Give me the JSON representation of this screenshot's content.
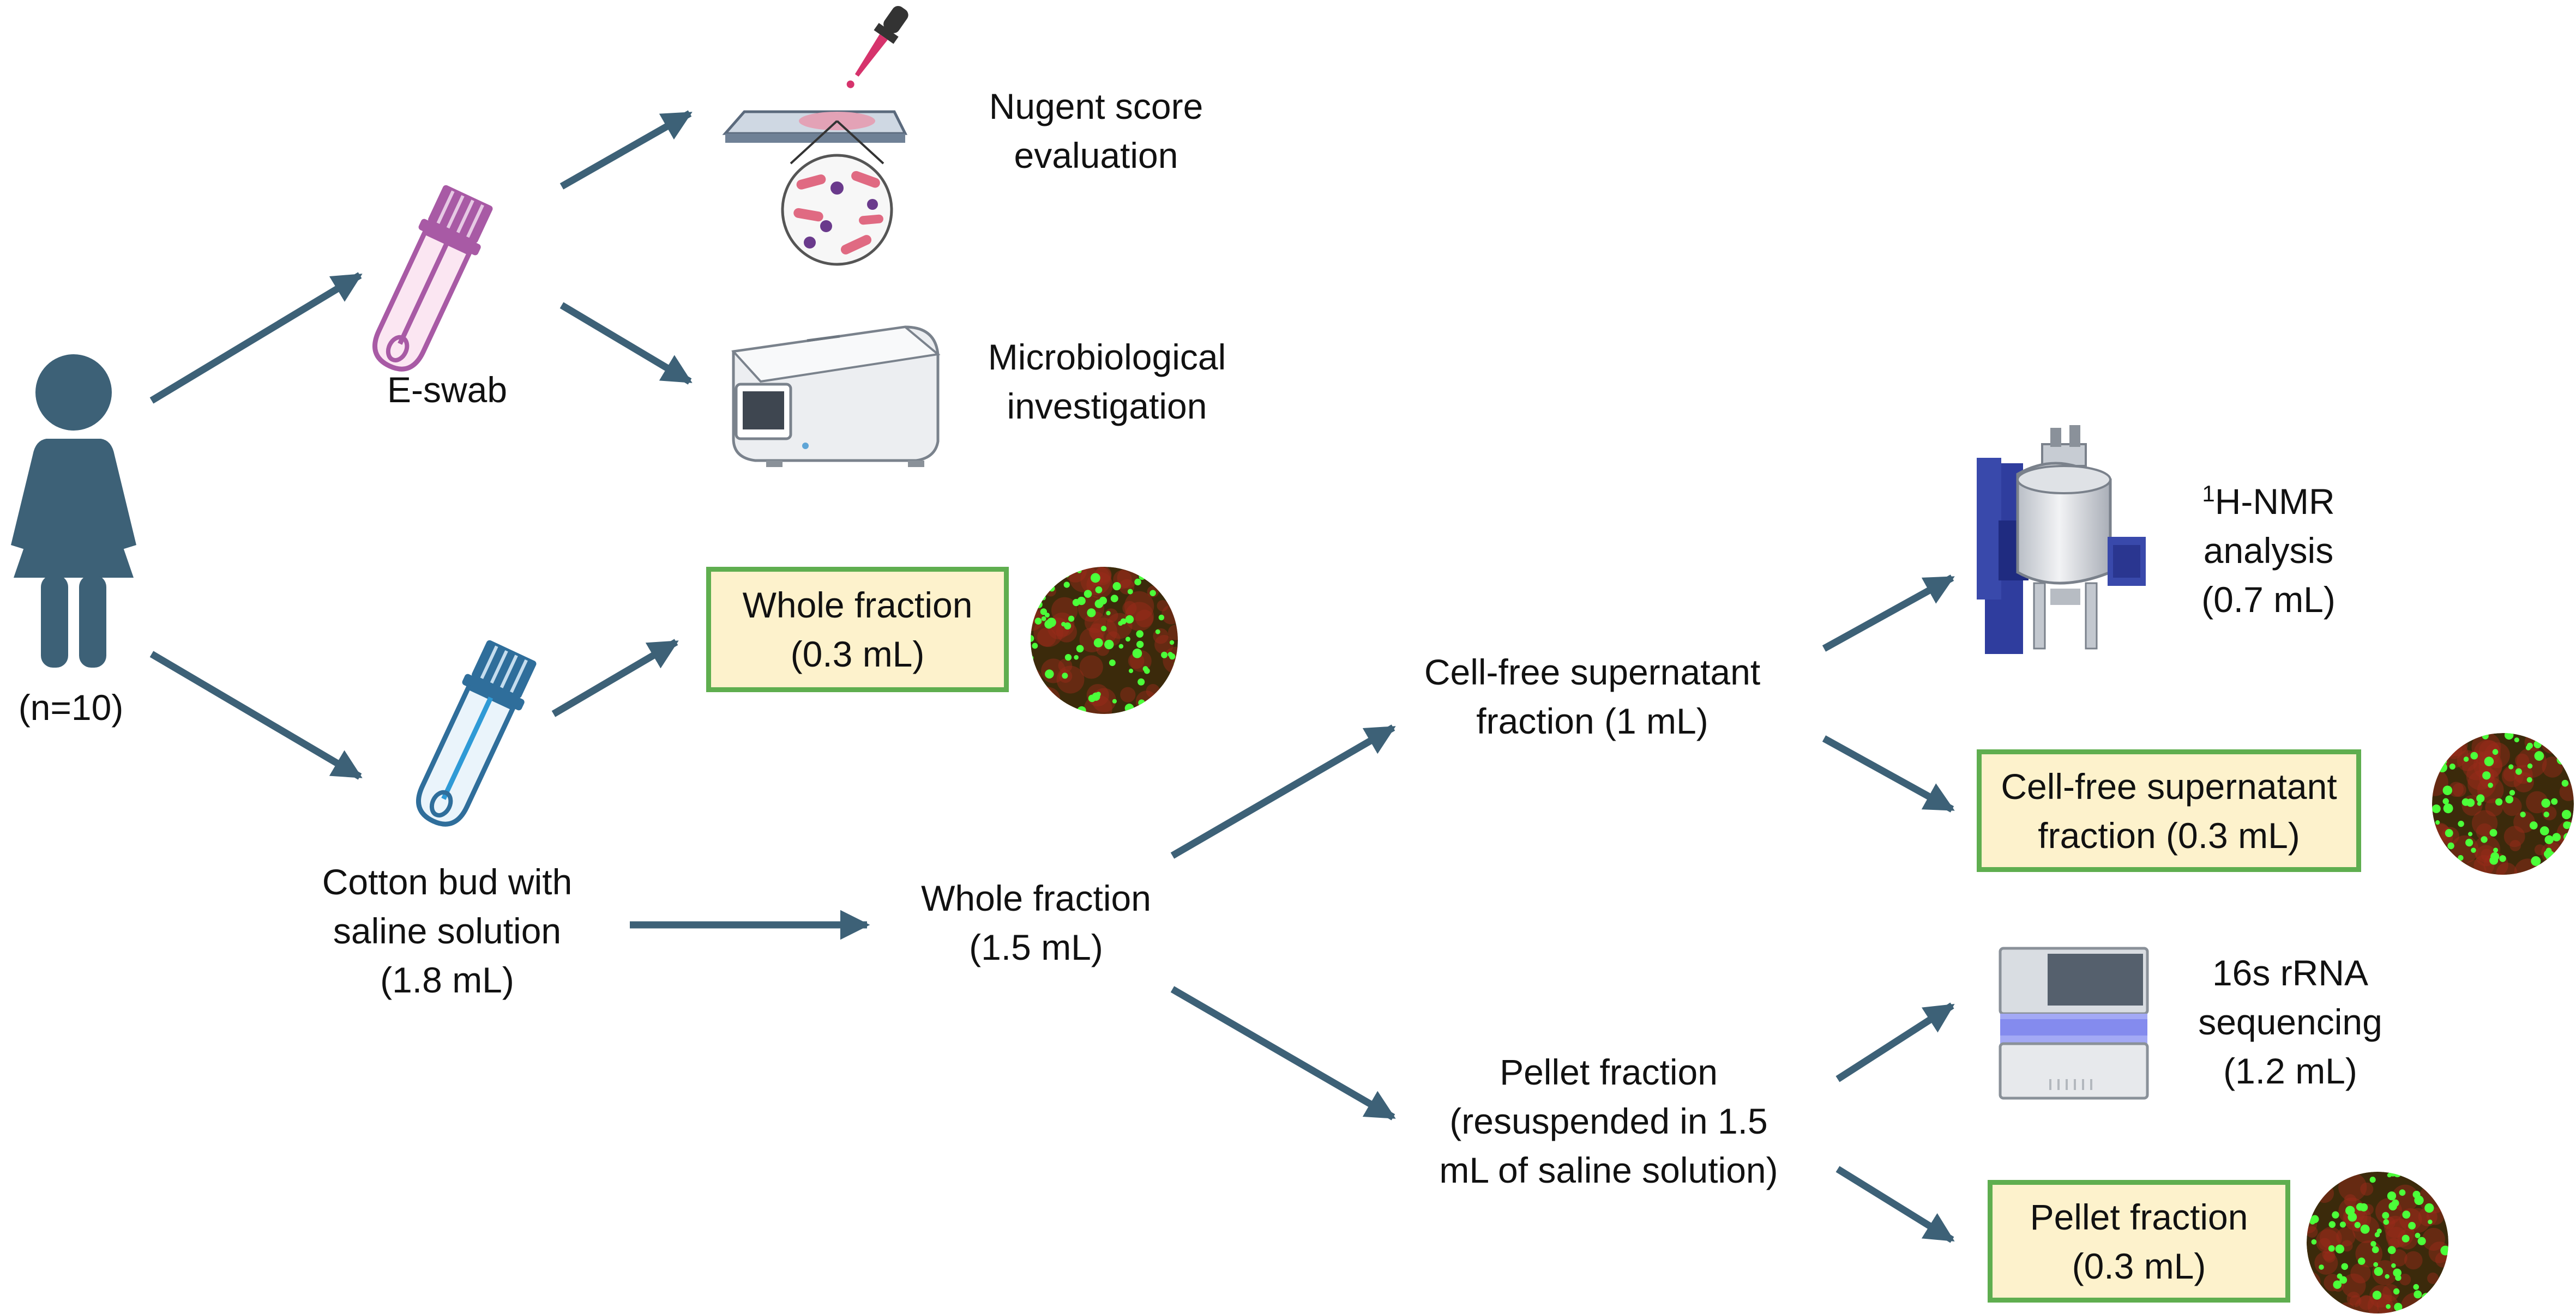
{
  "nodes": {
    "participants": "(n=10)",
    "eswab": "E-swab",
    "nugent": [
      "Nugent score",
      "evaluation"
    ],
    "microbiological": [
      "Microbiological",
      "investigation"
    ],
    "cotton_bud": [
      "Cotton bud with",
      "saline solution",
      "(1.8 mL)"
    ],
    "whole_fraction_box": [
      "Whole fraction",
      "(0.3 mL)"
    ],
    "whole_fraction": [
      "Whole fraction",
      "(1.5 mL)"
    ],
    "cell_free_supernatant": [
      "Cell-free supernatant",
      "fraction (1 mL)"
    ],
    "nmr": {
      "superscript": "1",
      "lines": [
        "H-NMR",
        "analysis",
        "(0.7 mL)"
      ]
    },
    "cell_free_box": [
      "Cell-free supernatant",
      "fraction (0.3 mL)"
    ],
    "pellet_fraction": [
      "Pellet fraction",
      "(resuspended in 1.5",
      "mL of saline solution)"
    ],
    "sequencing": [
      "16s rRNA",
      "sequencing",
      "(1.2 mL)"
    ],
    "pellet_box": [
      "Pellet fraction",
      "(0.3 mL)"
    ]
  },
  "colors": {
    "arrow": "#3d6177",
    "person": "#3d6177",
    "box_fill": "#fdf2cc",
    "box_border": "#5fae4f",
    "eswab_tube": "#a85aa5",
    "cotton_tube": "#2f6e9b"
  }
}
